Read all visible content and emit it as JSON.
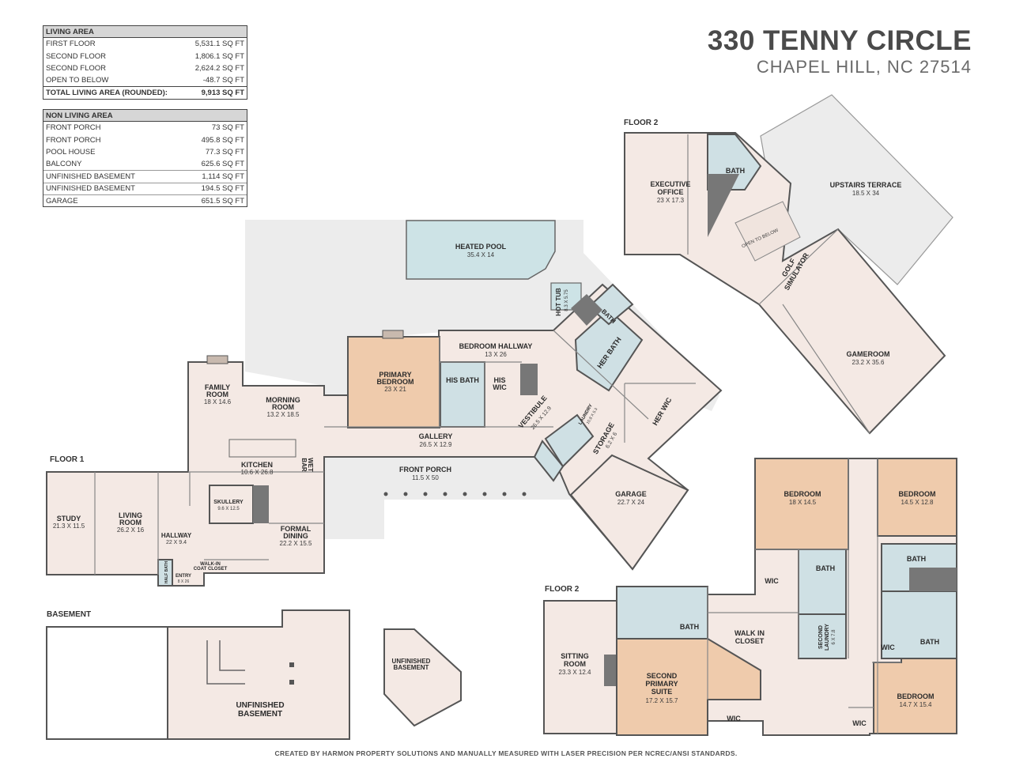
{
  "title": {
    "address": "330 TENNY CIRCLE",
    "city": "CHAPEL HILL, NC 27514"
  },
  "living_area": {
    "header": "LIVING AREA",
    "rows": [
      {
        "label": "FIRST FLOOR",
        "value": "5,531.1 SQ FT"
      },
      {
        "label": "SECOND FLOOR",
        "value": "1,806.1 SQ FT"
      },
      {
        "label": "SECOND FLOOR",
        "value": "2,624.2 SQ FT"
      },
      {
        "label": "OPEN TO BELOW",
        "value": "-48.7 SQ FT"
      }
    ],
    "total": {
      "label": "TOTAL LIVING AREA (ROUNDED):",
      "value": "9,913 SQ FT"
    }
  },
  "non_living_area": {
    "header": "NON LIVING AREA",
    "rows": [
      {
        "label": "FRONT PORCH",
        "value": "73 SQ FT"
      },
      {
        "label": "FRONT PORCH",
        "value": "495.8 SQ FT"
      },
      {
        "label": "POOL HOUSE",
        "value": "77.3 SQ FT"
      },
      {
        "label": "BALCONY",
        "value": "625.6 SQ FT"
      },
      {
        "label": "UNFINISHED BASEMENT",
        "value": "1,114 SQ FT"
      },
      {
        "label": "UNFINISHED BASEMENT",
        "value": "194.5 SQ FT"
      },
      {
        "label": "GARAGE",
        "value": "651.5 SQ FT"
      }
    ]
  },
  "floor_labels": {
    "floor1": "FLOOR 1",
    "floor2_upper": "FLOOR 2",
    "floor2_lower": "FLOOR 2",
    "basement": "BASEMENT"
  },
  "rooms": {
    "heated_pool": {
      "name": "HEATED POOL",
      "dims": "35.4 X 14"
    },
    "hot_tub": {
      "name": "HOT TUB",
      "dims": "8.3 X 5.75"
    },
    "bath_pool": {
      "name": "BATH"
    },
    "bedroom_hallway": {
      "name": "BEDROOM HALLWAY",
      "dims": "13 X 26"
    },
    "her_bath": {
      "name": "HER BATH"
    },
    "primary_bedroom": {
      "name1": "PRIMARY",
      "name2": "BEDROOM",
      "dims": "23 X 21"
    },
    "his_bath": {
      "name": "HIS BATH"
    },
    "his_wic": {
      "name1": "HIS",
      "name2": "WIC"
    },
    "family_room": {
      "name1": "FAMILY",
      "name2": "ROOM",
      "dims": "18 X 14.6"
    },
    "morning_room": {
      "name1": "MORNING",
      "name2": "ROOM",
      "dims": "13.2 X 18.5"
    },
    "vestibule": {
      "name": "VESTIBULE",
      "dims": "26.5 X 12.9"
    },
    "her_wic": {
      "name": "HER WIC"
    },
    "laundry": {
      "name": "LAUNDRY",
      "dims": "10.8 X 5.3"
    },
    "storage": {
      "name": "STORAGE",
      "dims": "6.2 X 6"
    },
    "gallery": {
      "name": "GALLERY",
      "dims": "26.5 X 12.9"
    },
    "kitchen": {
      "name": "KITCHEN",
      "dims": "10.6 X 26.8"
    },
    "wet_bar": {
      "name1": "WET",
      "name2": "BAR"
    },
    "front_porch": {
      "name": "FRONT PORCH",
      "dims": "11.5 X 50"
    },
    "garage": {
      "name": "GARAGE",
      "dims": "22.7 X 24"
    },
    "study": {
      "name": "STUDY",
      "dims": "21.3 X 11.5"
    },
    "living_room": {
      "name1": "LIVING",
      "name2": "ROOM",
      "dims": "26.2 X 16"
    },
    "skullery": {
      "name": "SKULLERY",
      "dims": "9.6 X 12.5"
    },
    "hallway": {
      "name": "HALLWAY",
      "dims": "22 X 9.4"
    },
    "formal_dining": {
      "name1": "FORMAL",
      "name2": "DINING",
      "dims": "22.2 X 15.5"
    },
    "half_bath": {
      "name": "HALF BATH"
    },
    "entry": {
      "name": "ENTRY",
      "dims": "8 X 26"
    },
    "walkin_coat": {
      "name1": "WALK-IN",
      "name2": "COAT CLOSET"
    },
    "executive_office": {
      "name1": "EXECUTIVE",
      "name2": "OFFICE",
      "dims": "23 X 17.3"
    },
    "bath_f2a": {
      "name": "BATH"
    },
    "upstairs_terrace": {
      "name": "UPSTAIRS TERRACE",
      "dims": "18.5 X 34"
    },
    "open_to_below": {
      "name": "OPEN TO BELOW"
    },
    "golf_simulator": {
      "name1": "GOLF",
      "name2": "SIMULATOR"
    },
    "gameroom": {
      "name": "GAMEROOM",
      "dims": "23.2 X 35.6"
    },
    "bedroom1": {
      "name": "BEDROOM",
      "dims": "18 X 14.5"
    },
    "bedroom2": {
      "name": "BEDROOM",
      "dims": "14.5 X 12.8"
    },
    "bath_f2b_1": {
      "name": "BATH"
    },
    "bath_f2b_2": {
      "name": "BATH"
    },
    "wic1": {
      "name": "WIC"
    },
    "bath_f2b_3": {
      "name": "BATH"
    },
    "walk_in_closet": {
      "name1": "WALK IN",
      "name2": "CLOSET"
    },
    "second_laundry": {
      "name1": "SECOND",
      "name2": "LAUNDRY",
      "dims": "6 X 7.8"
    },
    "wic2": {
      "name": "WIC"
    },
    "bath_f2b_4": {
      "name": "BATH"
    },
    "sitting_room": {
      "name1": "SITTING",
      "name2": "ROOM",
      "dims": "23.3 X 12.4"
    },
    "second_primary": {
      "name1": "SECOND",
      "name2": "PRIMARY",
      "name3": "SUITE",
      "dims": "17.2 X 15.7"
    },
    "wic3": {
      "name": "WIC"
    },
    "wic4": {
      "name": "WIC"
    },
    "bedroom3": {
      "name": "BEDROOM",
      "dims": "14.7 X 15.4"
    },
    "unfinished_basement": {
      "name1": "UNFINISHED",
      "name2": "BASEMENT"
    },
    "unfinished_basement_small": {
      "name1": "UNFINISHED",
      "name2": "BASEMENT"
    }
  },
  "colors": {
    "room_fill": "#f4e9e4",
    "bedroom_fill": "#efcbac",
    "bath_fill": "#cfe0e4",
    "outdoor_fill": "#ececec",
    "pool_fill": "#cde3e6",
    "wall": "#555555"
  },
  "credits": "CREATED BY HARMON PROPERTY SOLUTIONS AND MANUALLY MEASURED WITH LASER PRECISION PER NCREC/ANSI STANDARDS."
}
